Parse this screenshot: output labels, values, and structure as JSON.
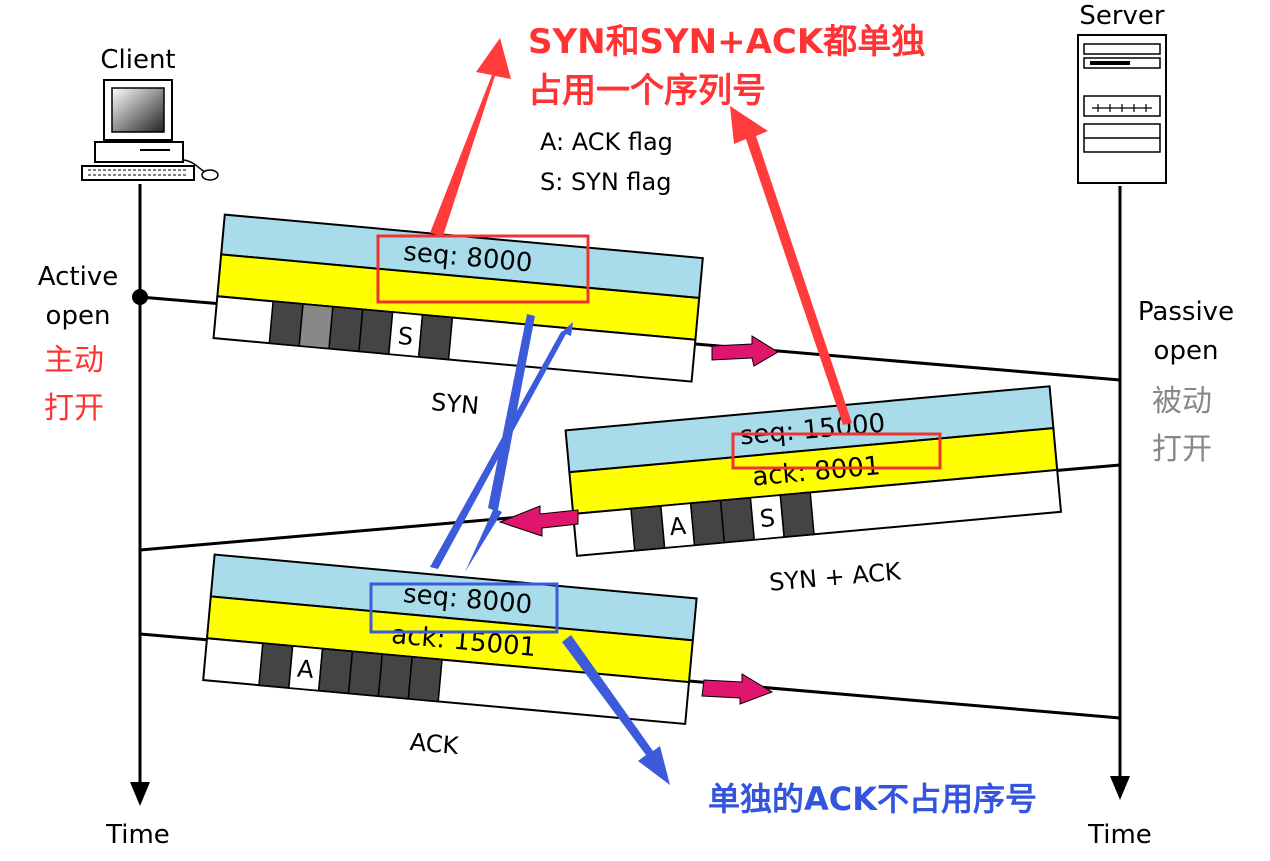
{
  "client": {
    "label": "Client",
    "time_label": "Time"
  },
  "server": {
    "label": "Server",
    "time_label": "Time"
  },
  "active_open": {
    "line1": "Active",
    "line2": "open",
    "zh_line1": "主动",
    "zh_line2": "打开"
  },
  "passive_open": {
    "line1": "Passive",
    "line2": "open",
    "zh_line1": "被动",
    "zh_line2": "打开"
  },
  "annotations": {
    "red_note_line1": "SYN和SYN+ACK都单独",
    "red_note_line2": "占用一个序列号",
    "legend_a": "A: ACK flag",
    "legend_s": "S: SYN flag",
    "blue_note": "单独的ACK不占用序号"
  },
  "segments": {
    "syn": {
      "seq": "seq: 8000",
      "flag": "S",
      "name": "SYN"
    },
    "synack": {
      "seq": "seq: 15000",
      "ack": "ack: 8001",
      "flag_a": "A",
      "flag_s": "S",
      "name": "SYN + ACK"
    },
    "ack": {
      "seq": "seq: 8000",
      "ack": "ack: 15001",
      "flag": "A",
      "name": "ACK"
    }
  },
  "colors": {
    "seq_band": "#a8dcea",
    "ack_band": "#ffff00",
    "arrow_red": "#ff3b3b",
    "arrow_blue": "#3b5bdb",
    "pink_arrow": "#e0166e"
  }
}
